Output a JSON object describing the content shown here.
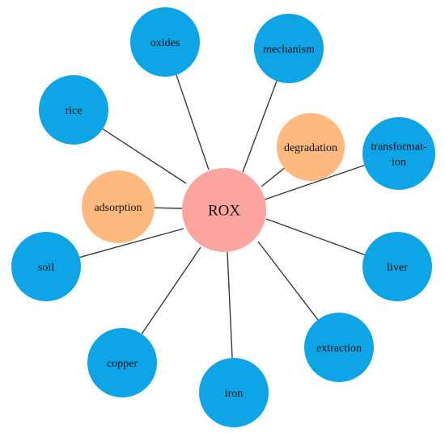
{
  "center": {
    "label": "ROX",
    "color": "#fca5a0"
  },
  "nodes": [
    {
      "id": "oxides",
      "lines": [
        "oxides"
      ],
      "kind": "primary"
    },
    {
      "id": "mechanism",
      "lines": [
        "mechanism"
      ],
      "kind": "primary"
    },
    {
      "id": "rice",
      "lines": [
        "rice"
      ],
      "kind": "primary"
    },
    {
      "id": "degradation",
      "lines": [
        "degradation"
      ],
      "kind": "secondary"
    },
    {
      "id": "transformation",
      "lines": [
        "transformat-",
        "ion"
      ],
      "kind": "primary"
    },
    {
      "id": "adsorption",
      "lines": [
        "adsorption"
      ],
      "kind": "secondary"
    },
    {
      "id": "soil",
      "lines": [
        "soil"
      ],
      "kind": "primary"
    },
    {
      "id": "liver",
      "lines": [
        "liver"
      ],
      "kind": "primary"
    },
    {
      "id": "extraction",
      "lines": [
        "extraction"
      ],
      "kind": "primary"
    },
    {
      "id": "copper",
      "lines": [
        "copper"
      ],
      "kind": "primary"
    },
    {
      "id": "iron",
      "lines": [
        "iron"
      ],
      "kind": "primary"
    }
  ],
  "colors": {
    "primary": "#0fa4e6",
    "secondary": "#fdb97e",
    "edge": "#3a3a3a"
  }
}
